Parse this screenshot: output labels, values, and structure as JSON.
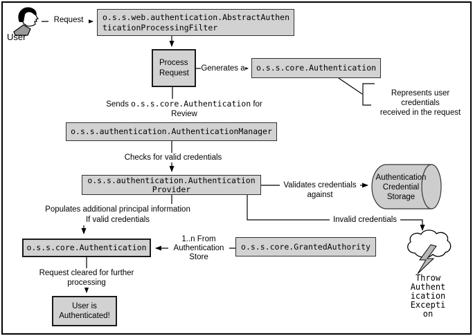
{
  "colors": {
    "box_fill": "#d2d2d2",
    "box_border": "#2f2f2f",
    "line": "#000000",
    "collar_gray": "#9a9a9a",
    "bolt_gray": "#b8b8b8"
  },
  "nodes": {
    "user_label": "User",
    "filter_box": "o.s.s.web.authentication.AbstractAuthen\nticationProcessingFilter",
    "process_request": "Process\nRequest",
    "authentication_top": "o.s.s.core.Authentication",
    "manager": "o.s.s.authentication.AuthenticationManager",
    "provider": "o.s.s.authentication.Authentication\nProvider",
    "storage": "Authentication\nCredential\nStorage",
    "authentication_bottom": "o.s.s.core.Authentication",
    "granted_authority": "o.s.s.core.GrantedAuthority",
    "user_authenticated": "User is\nAuthenticated!",
    "throw_exception": "Throw\nAuthent\nication\nExcepti\non"
  },
  "labels": {
    "request": "Request",
    "generates_a": "Generates a",
    "represents": "Represents user credentials\nreceived in the request",
    "sends_prefix": "Sends ",
    "sends_code": "o.s.s.core.Authentication",
    "sends_suffix": " for Review",
    "checks": "Checks for valid credentials",
    "validates": "Validates credentials\nagainst",
    "populates": "Populates additional principal information\nIf valid credentials",
    "invalid": "Invalid credentials",
    "from_store": "1..n From\nAuthentication\nStore",
    "request_cleared": "Request cleared for further\nprocessing"
  }
}
